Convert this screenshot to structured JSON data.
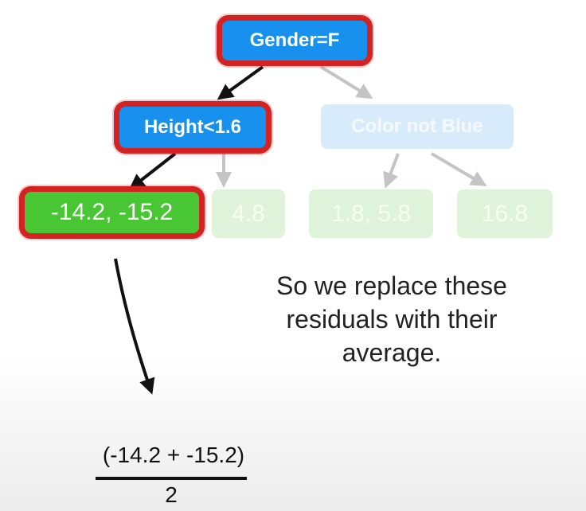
{
  "tree": {
    "root": {
      "label": "Gender=F"
    },
    "left": {
      "label": "Height<1.6"
    },
    "right": {
      "label": "Color not Blue"
    },
    "leaves": [
      {
        "label": "-14.2, -15.2"
      },
      {
        "label": "4.8"
      },
      {
        "label": "1.8, 5.8"
      },
      {
        "label": "16.8"
      }
    ]
  },
  "caption": {
    "line1": "So we replace these",
    "line2": "residuals with their",
    "line3": "average."
  },
  "formula": {
    "numerator": "(-14.2 + -15.2)",
    "denominator": "2"
  },
  "colors": {
    "node_blue": "#1890ee",
    "node_green": "#48c634",
    "highlight_red": "#d42222",
    "arrow_black": "#111111",
    "arrow_gray": "#c0c0c0"
  }
}
